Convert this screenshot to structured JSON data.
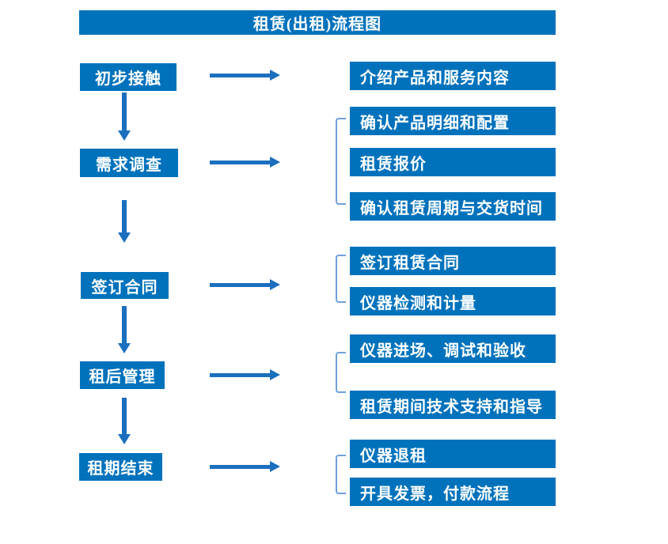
{
  "title": "租赁(出租)流程图",
  "colors": {
    "box_blue": "#0072BC",
    "arrow_blue": "#1B6FBE",
    "bracket_blue": "#6FA0DC",
    "text_white": "#FFFFFF"
  },
  "stages": [
    {
      "label": "初步接触",
      "outputs": [
        "介绍产品和服务内容"
      ]
    },
    {
      "label": "需求调查",
      "outputs": [
        "确认产品明细和配置",
        "租赁报价",
        "确认租赁周期与交货时间"
      ]
    },
    {
      "label": "签订合同",
      "outputs": [
        "签订租赁合同",
        "仪器检测和计量"
      ]
    },
    {
      "label": "租后管理",
      "outputs": [
        "仪器进场、调试和验收",
        "租赁期间技术支持和指导"
      ]
    },
    {
      "label": "租期结束",
      "outputs": [
        "仪器退租",
        "开具发票，付款流程"
      ]
    }
  ]
}
